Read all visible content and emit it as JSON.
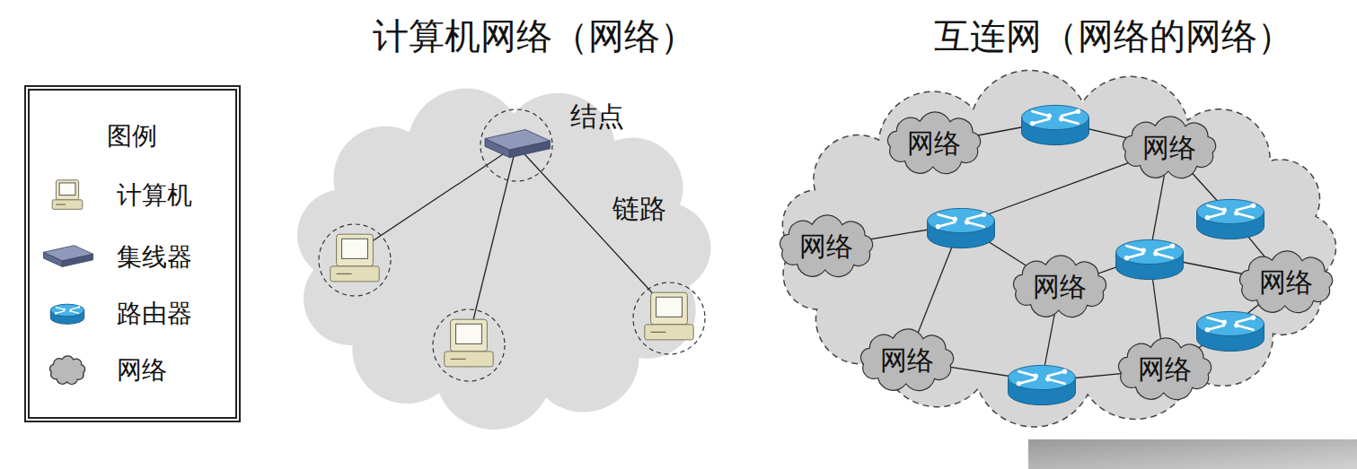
{
  "diagram": {
    "nodes": [
      {
        "text": [
          "计算机网络（网络）"
        ]
      },
      {
        "text": [
          "互连网（网络的网络）"
        ]
      },
      {
        "text": [
          "网络"
        ],
        "in": 1
      },
      {
        "text": [
          "网络"
        ],
        "in": 1
      },
      {
        "text": [
          "网络"
        ],
        "in": 1
      },
      {
        "text": [
          "网络"
        ],
        "in": 1
      },
      {
        "text": [
          "网络"
        ],
        "in": 1
      },
      {
        "text": [
          "网络"
        ],
        "in": 1
      },
      {
        "text": [
          "网络"
        ],
        "in": 1
      }
    ],
    "labels": [
      "图例",
      "结点",
      "链路"
    ],
    "legend": [
      {
        "text": "计算机"
      },
      {
        "text": "集线器"
      },
      {
        "text": "路由器"
      },
      {
        "text": "网络"
      }
    ]
  }
}
